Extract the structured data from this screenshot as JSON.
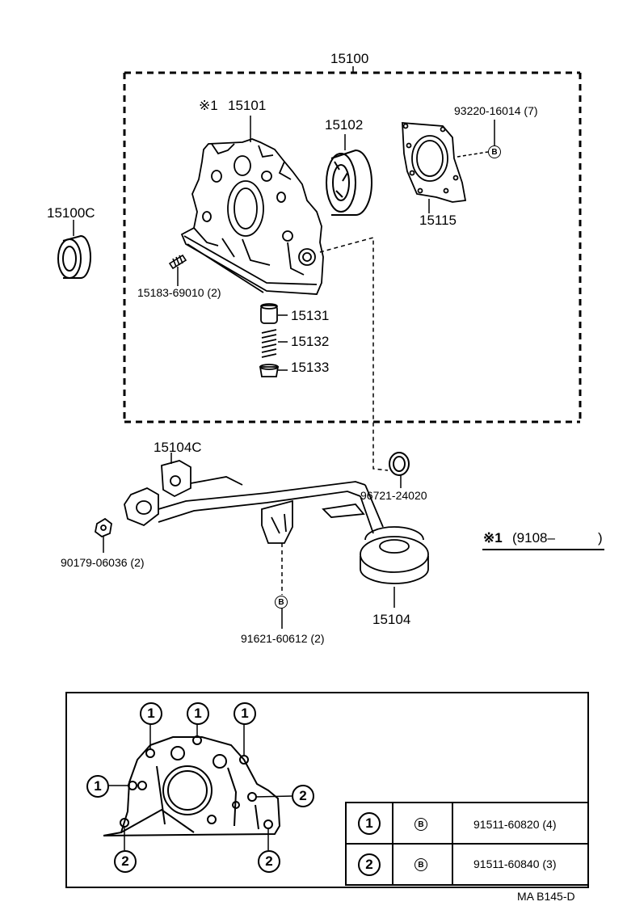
{
  "assembly_number": "15100",
  "parts": {
    "p15101": "15101",
    "p15101_mark": "※1",
    "p15102": "15102",
    "p93220": "93220-16014 (7)",
    "p15115": "15115",
    "p15100c": "15100C",
    "p15183": "15183-69010 (2)",
    "p15131": "15131",
    "p15132": "15132",
    "p15133": "15133",
    "p15104c": "15104C",
    "p96721": "96721-24020",
    "p90179": "90179-06036 (2)",
    "p15104": "15104",
    "p91621": "91621-60612 (2)"
  },
  "bolt_mark": "B",
  "footnote": {
    "mark": "※1",
    "text": "(9108–",
    "close": ")"
  },
  "inset": {
    "callout_1": "1",
    "callout_2": "2"
  },
  "bolt_table": {
    "rows": [
      {
        "index": "1",
        "mark": "B",
        "part": "91511-60820 (4)"
      },
      {
        "index": "2",
        "mark": "B",
        "part": "91511-60840 (3)"
      }
    ]
  },
  "figure_code": "MA  B145-D"
}
